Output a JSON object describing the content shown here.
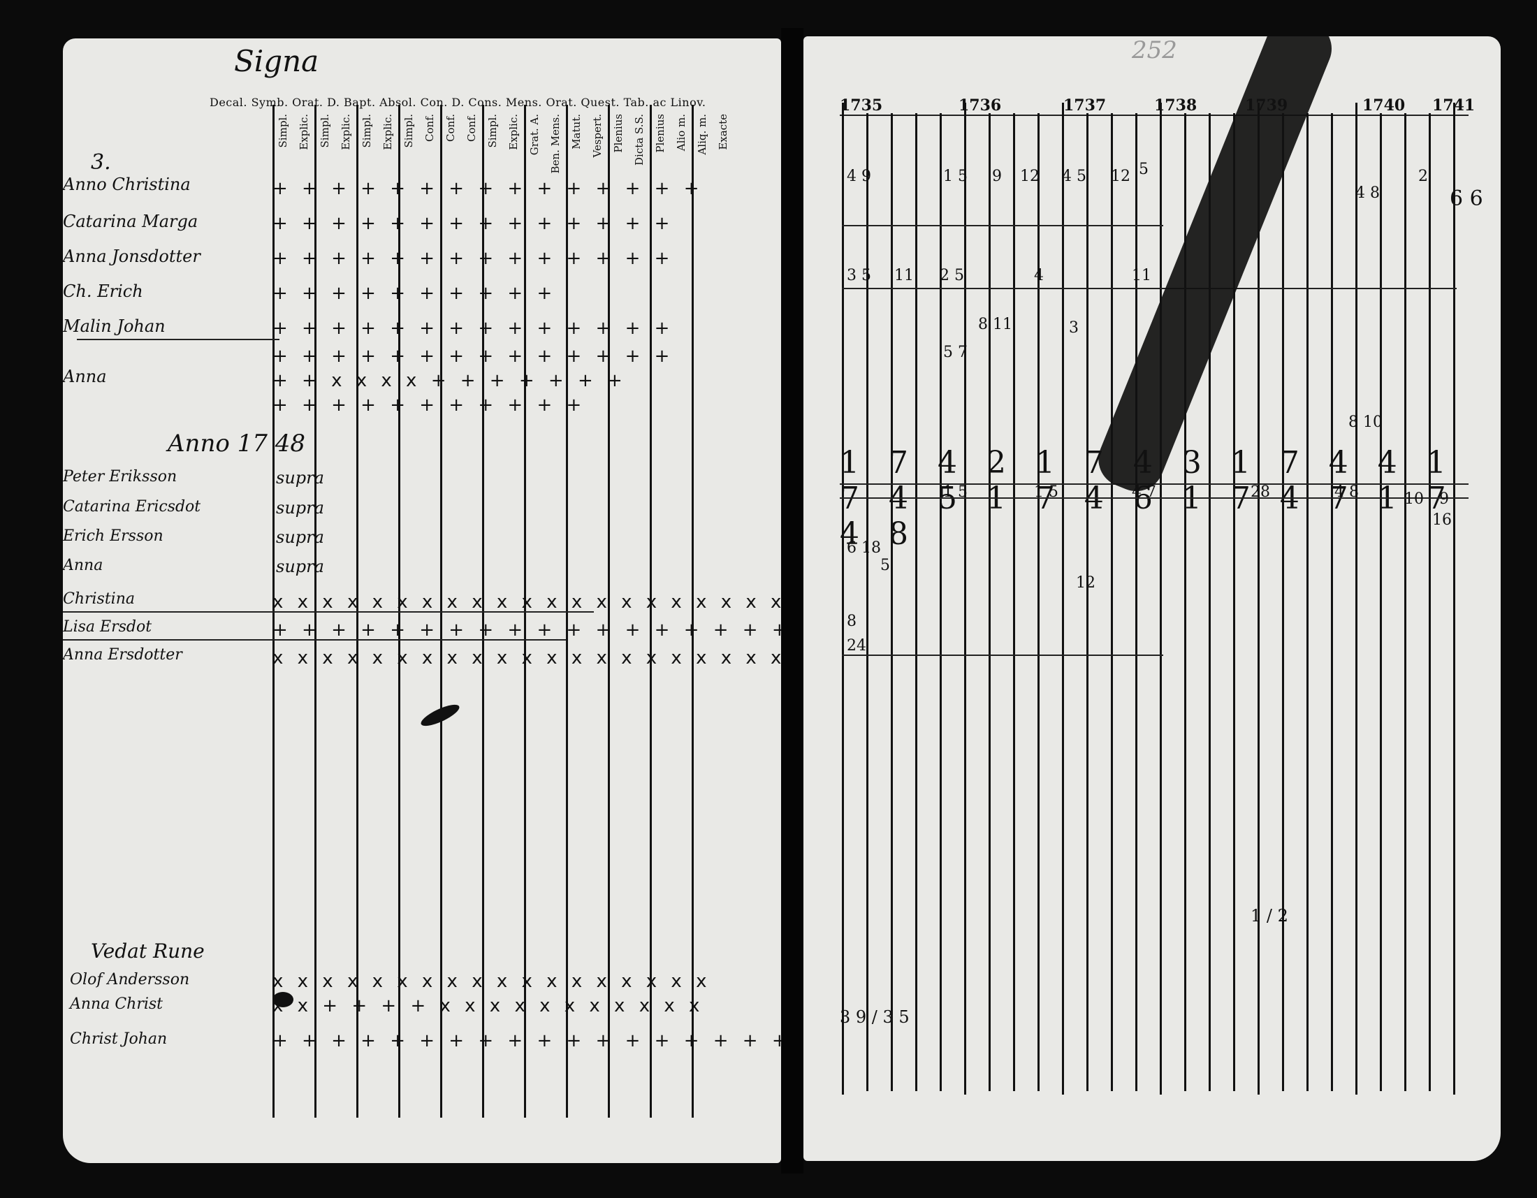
{
  "left_page": {
    "header_title": "Signa",
    "header_line": "Decal. Symb. Orat. D. Bapt. Absol. Con. D. Cons. Mens. Orat. Quest. Tab. ac Linov.",
    "column_heads": [
      "Simpl.",
      "Explic.",
      "Simpl.",
      "Explic.",
      "Simpl.",
      "Explic.",
      "Simpl.",
      "Conf.",
      "Conf.",
      "Conf.",
      "Simpl.",
      "Explic.",
      "Grat. A.",
      "Ben. Mens.",
      "Matut.",
      "Vespert.",
      "Plenius",
      "Dicta S.S.",
      "Plenius",
      "Alio m.",
      "Aliq. m.",
      "Exacte"
    ],
    "row_names": [
      "Anno Christina",
      "Catarina Marga",
      "Anna Jonsdotter",
      "Ch. Erich",
      "Malin Johan",
      "Anna"
    ],
    "row_marks": [
      "+ + + + + + + + + + + + + + +",
      "+ + + + + + + + + + + + + +",
      "+ + + + + + + + + + + + + +",
      "+ + + + + + + + + +",
      "+ + + + + + + + + + + + + +",
      "+ + + + + + + + + + + + + +",
      "+ + x x x x + + + + + + +",
      "+ + + + + + + + + + +"
    ],
    "year_label": "Anno 17 48",
    "year_names": [
      "Peter Eriksson",
      "Catarina Ericsdot",
      "Erich Ersson",
      "Anna",
      "Christina",
      "Lisa Ersdot",
      "Anna Ersdotter"
    ],
    "year_rows_word": "supra",
    "cross_rows": [
      "x x  x x x  x x  x x  x x x  x x  x x  x x  x x   x    x x",
      "+ +  + + +  + +  + + + + +  + + +  + + + + +       +",
      "x x  x x x  x x  x x  x x x x  x x  x x x x x x    x"
    ],
    "bottom_names": [
      "Vedat Rune",
      "Olof Andersson",
      "Anna Christ",
      "Christ Johan"
    ],
    "bottom_marks": [
      "x x  x x   x x  x x   x x x  x x  x x  x x   x",
      "x x  + +   + +  x x   x x x  x x  x x  x x",
      "+ +  + + +  + +  + + +  + + +  + + +  + + + + + +"
    ],
    "section_number": "3."
  },
  "right_page": {
    "folio": "252",
    "years": [
      "1735",
      "1736",
      "1737",
      "1738",
      "1739",
      "1740",
      "1741"
    ],
    "big_year_row": "1 7 4 2 1 7 4 3 1 7 4 4 1 7 4 5 1 7 4 6 1 7 4 7 1 7 4 8",
    "upper_numbers": [
      "4 9",
      "1 5",
      "9",
      "12",
      "4 5",
      "12",
      "5",
      "2",
      "4 8",
      "6 6",
      "3 5",
      "11",
      "2 5",
      "4",
      "11",
      "8 11",
      "3",
      "5 7",
      "8 10"
    ],
    "lower_numbers": [
      "1 5",
      "1 5",
      "4 7",
      "28",
      "4 8",
      "6 18",
      "5",
      "8",
      "24",
      "12",
      "10",
      "16",
      "9"
    ],
    "bottom_fraction": "3 9 / 3 5",
    "bottom_fraction_right": "1 / 2"
  }
}
